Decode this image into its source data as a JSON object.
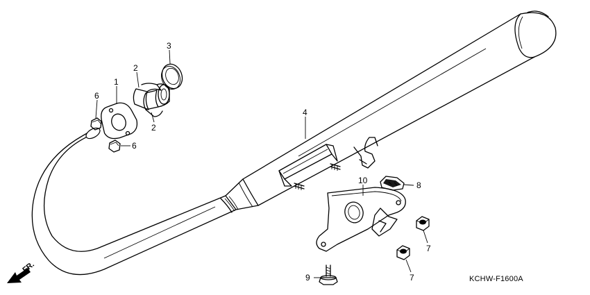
{
  "diagram": {
    "code": "KCHW-F1600A",
    "direction_label": "FR.",
    "callouts": [
      "1",
      "2",
      "2",
      "3",
      "4",
      "6",
      "6",
      "7",
      "7",
      "8",
      "9",
      "10"
    ]
  }
}
